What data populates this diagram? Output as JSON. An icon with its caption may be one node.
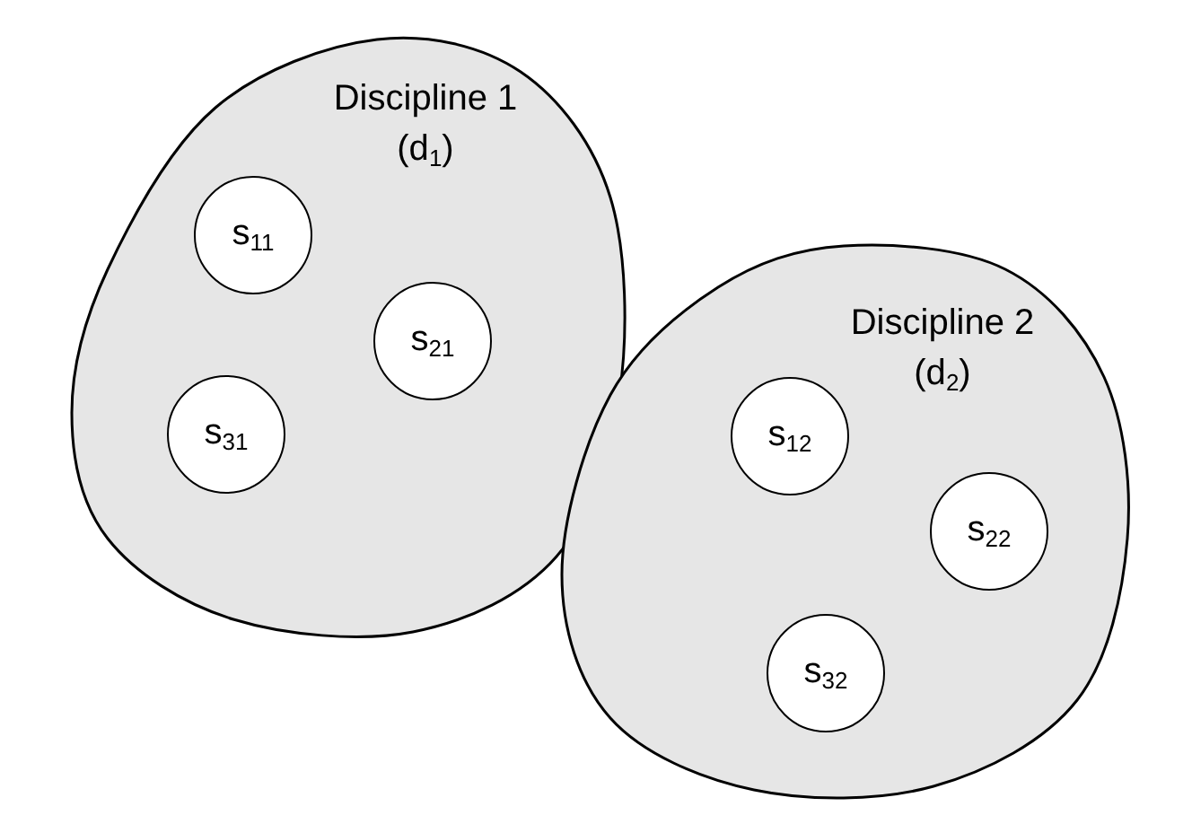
{
  "diagram": {
    "nodes": [
      {
        "text": [
          "Discipline 1",
          "(d$_{1}$)"
        ]
      },
      {
        "text": [
          "s$_{11}$"
        ],
        "in": 0
      },
      {
        "text": [
          "s$_{21}$"
        ],
        "in": 0
      },
      {
        "text": [
          "s$_{31}$"
        ],
        "in": 0
      },
      {
        "text": [
          "Discipline 2",
          "(d$_{2}$)"
        ]
      },
      {
        "text": [
          "s$_{12}$"
        ],
        "in": 4
      },
      {
        "text": [
          "s$_{22}$"
        ],
        "in": 4
      },
      {
        "text": [
          "s$_{32}$"
        ],
        "in": 4
      }
    ]
  }
}
